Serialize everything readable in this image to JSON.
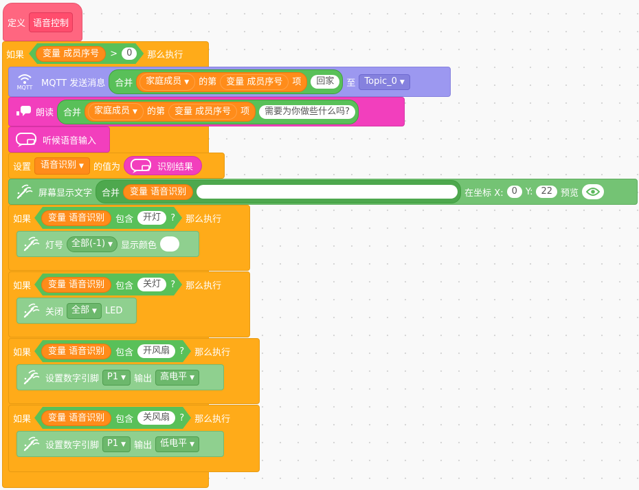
{
  "define": {
    "label": "定义",
    "name": "语音控制"
  },
  "if1": {
    "kw_if": "如果",
    "var": "变量 成员序号",
    "op": ">",
    "val": "0",
    "then": "那么执行"
  },
  "mqtt": {
    "label": "MQTT 发送消息",
    "join": "合并",
    "list": "家庭成员",
    "of": "的第",
    "index_var": "变量 成员序号",
    "item": "项",
    "text": "回家",
    "to": "至",
    "topic": "Topic_0",
    "icon_text": "MQTT"
  },
  "speak": {
    "label": "朗读",
    "join": "合并",
    "list": "家庭成员",
    "of": "的第",
    "index_var": "变量 成员序号",
    "item": "项",
    "text": "需要为你做些什么吗?"
  },
  "listen": {
    "label": "听候语音输入"
  },
  "setvar": {
    "set": "设置",
    "var": "语音识别",
    "value_to": "的值为",
    "result": "识别结果"
  },
  "screen": {
    "label": "屏幕显示文字",
    "join": "合并",
    "var": "变量 语音识别",
    "text": "",
    "at": "在坐标 X:",
    "x": "0",
    "ylabel": "Y:",
    "y": "22",
    "preview": "预览"
  },
  "cond": [
    {
      "kw_if": "如果",
      "var": "变量 语音识别",
      "contains": "包含",
      "text": "开灯",
      "q": "?",
      "then": "那么执行"
    },
    {
      "kw_if": "如果",
      "var": "变量 语音识别",
      "contains": "包含",
      "text": "关灯",
      "q": "?",
      "then": "那么执行"
    },
    {
      "kw_if": "如果",
      "var": "变量 语音识别",
      "contains": "包含",
      "text": "开风扇",
      "q": "?",
      "then": "那么执行"
    },
    {
      "kw_if": "如果",
      "var": "变量 语音识别",
      "contains": "包含",
      "text": "关风扇",
      "q": "?",
      "then": "那么执行"
    }
  ],
  "led_on": {
    "label": "灯号",
    "which": "全部(-1)",
    "show": "显示颜色"
  },
  "led_off": {
    "label": "关闭",
    "which": "全部",
    "led": "LED"
  },
  "pin_high": {
    "label": "设置数字引脚",
    "pin": "P1",
    "output": "输出",
    "level": "高电平"
  },
  "pin_low": {
    "label": "设置数字引脚",
    "pin": "P1",
    "output": "输出",
    "level": "低电平"
  },
  "colors": {
    "orange": "#ffab19",
    "pink": "#ff6680",
    "green": "#5cb85c",
    "mqtt": "#9c98f0",
    "speech": "#f23fbd"
  }
}
